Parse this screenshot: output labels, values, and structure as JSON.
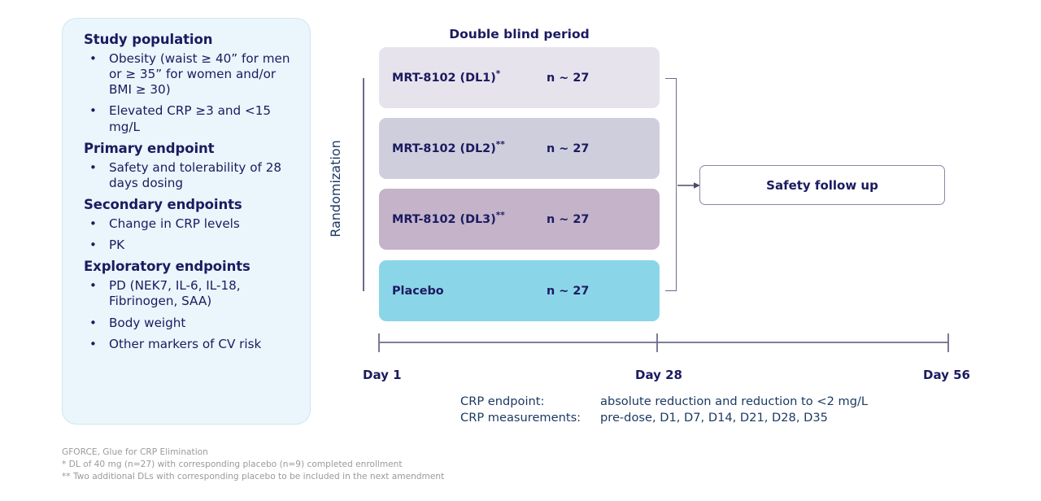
{
  "study_panel": {
    "sections": [
      {
        "heading": "Study population",
        "items": [
          "Obesity (waist ≥ 40” for men or ≥ 35” for women and/or BMI ≥ 30)",
          "Elevated CRP ≥3 and <15 mg/L"
        ]
      },
      {
        "heading": "Primary endpoint",
        "items": [
          "Safety and tolerability of 28 days dosing"
        ]
      },
      {
        "heading": "Secondary endpoints",
        "items": [
          "Change in CRP levels",
          "PK"
        ]
      },
      {
        "heading": "Exploratory endpoints",
        "items": [
          "PD (NEK7, IL-6, IL-18, Fibrinogen, SAA)",
          "Body weight",
          "Other markers of CV risk"
        ]
      }
    ]
  },
  "diagram": {
    "double_blind_title": "Double blind period",
    "randomization_label": "Randomization",
    "arms": [
      {
        "label": "MRT-8102 (DL1)",
        "footnote_marker": "*",
        "n": "n ~ 27",
        "color": "#e6e3ec"
      },
      {
        "label": "MRT-8102 (DL2)",
        "footnote_marker": "**",
        "n": "n ~ 27",
        "color": "#cfcedd"
      },
      {
        "label": "MRT-8102 (DL3)",
        "footnote_marker": "**",
        "n": "n ~ 27",
        "color": "#c4b3c9"
      },
      {
        "label": "Placebo",
        "footnote_marker": "",
        "n": "n ~ 27",
        "color": "#8bd5e8"
      }
    ],
    "safety_followup": "Safety follow up",
    "timeline": {
      "ticks": [
        {
          "label": "Day 1",
          "day": 1
        },
        {
          "label": "Day 28",
          "day": 28
        },
        {
          "label": "Day 56",
          "day": 56
        }
      ]
    }
  },
  "crp_notes": [
    {
      "key": "CRP endpoint:",
      "value": "absolute reduction and reduction to <2 mg/L"
    },
    {
      "key": "CRP measurements:",
      "value": "pre-dose, D1, D7, D14, D21, D28, D35"
    }
  ],
  "footnotes": [
    "GFORCE, Glue for CRP Elimination",
    "* DL of 40 mg (n=27) with corresponding placebo (n=9) completed enrollment",
    "** Two additional DLs with corresponding placebo to be included in the next amendment"
  ],
  "colors": {
    "panel_bg": "#eaf6fb",
    "panel_border": "#cfe7f2",
    "text_navy": "#1b1b60",
    "bracket": "#6b6b8e",
    "axis": "#6b6b8e",
    "footnote_gray": "#9a9a9a"
  }
}
